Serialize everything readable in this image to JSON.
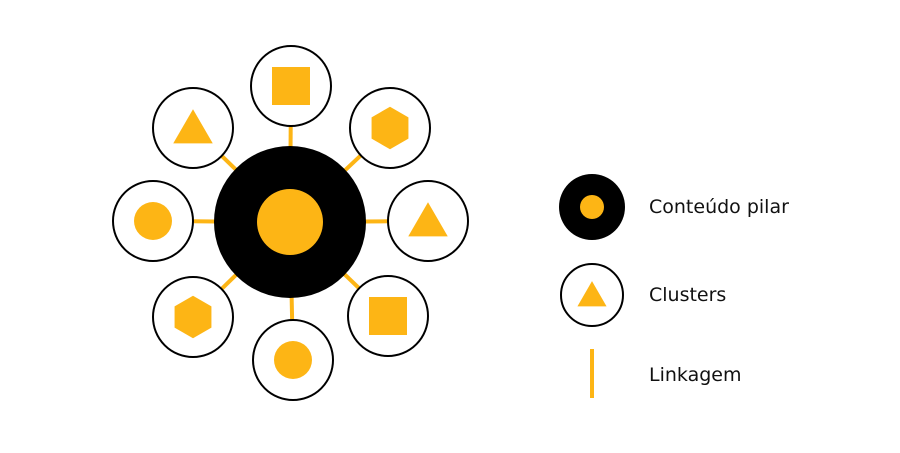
{
  "colors": {
    "accent": "#FDB515",
    "pillar": "#000000",
    "cluster_fill": "#ffffff",
    "cluster_stroke": "#000000"
  },
  "diagram": {
    "pillar": {
      "inner_shape": "circle"
    },
    "clusters": [
      {
        "shape": "square"
      },
      {
        "shape": "hexagon"
      },
      {
        "shape": "triangle"
      },
      {
        "shape": "square"
      },
      {
        "shape": "circle"
      },
      {
        "shape": "hexagon"
      },
      {
        "shape": "circle"
      },
      {
        "shape": "triangle"
      }
    ]
  },
  "legend": {
    "items": [
      {
        "key": "pillar",
        "label": "Conteúdo pilar",
        "icon": "pillar-icon"
      },
      {
        "key": "clusters",
        "label": "Clusters",
        "icon": "cluster-triangle-icon"
      },
      {
        "key": "linkage",
        "label": "Linkagem",
        "icon": "link-line-icon"
      }
    ]
  }
}
